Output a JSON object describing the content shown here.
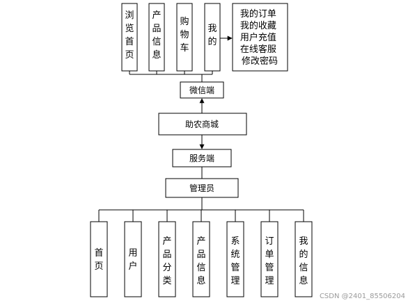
{
  "diagram": {
    "client_side": {
      "top_modules": [
        {
          "label": "浏览首页"
        },
        {
          "label": "产品信息"
        },
        {
          "label": "购物车"
        },
        {
          "label": "我的"
        }
      ],
      "my_submenu": [
        "我的订单",
        "我的收藏",
        "用户充值",
        "在线客服",
        "修改密码"
      ],
      "name": "微信端"
    },
    "system": "助农商城",
    "server_side": {
      "name": "服务端",
      "admin": "管理员",
      "admin_modules": [
        {
          "label": "首页"
        },
        {
          "label": "用户"
        },
        {
          "label": "产品分类"
        },
        {
          "label": "产品信息"
        },
        {
          "label": "系统管理"
        },
        {
          "label": "订单管理"
        },
        {
          "label": "我的信息"
        }
      ]
    },
    "watermark": "CSDN @2401_85506204"
  }
}
